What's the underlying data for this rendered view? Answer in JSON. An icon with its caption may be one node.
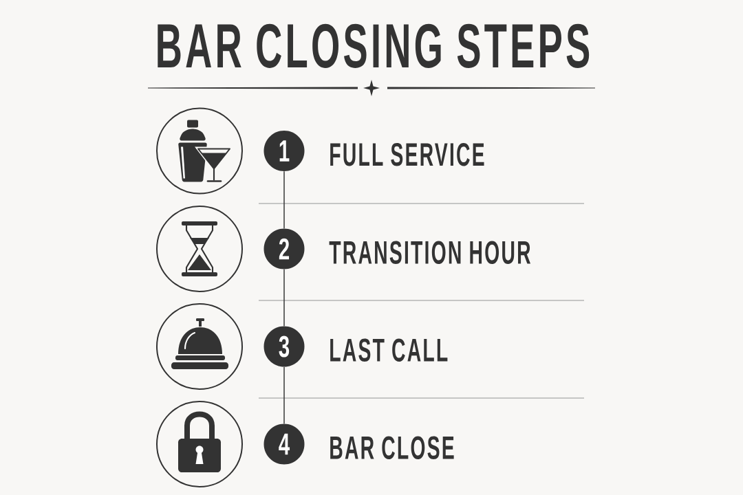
{
  "diagram": {
    "title": "BAR CLOSING STEPS",
    "nodes": [
      {
        "text": [
          "1"
        ],
        "beside": [
          "FULL SERVICE"
        ]
      },
      {
        "text": [
          "2"
        ],
        "beside": [
          "TRANSITION HOUR"
        ]
      },
      {
        "text": [
          "3"
        ],
        "beside": [
          "LAST CALL"
        ]
      },
      {
        "text": [
          "4"
        ],
        "beside": [
          "BAR CLOSE"
        ]
      }
    ],
    "edges": [
      {
        "from": 0,
        "to": 1,
        "arrow": "none"
      },
      {
        "from": 1,
        "to": 2,
        "arrow": "none"
      },
      {
        "from": 2,
        "to": 3,
        "arrow": "none"
      }
    ]
  }
}
